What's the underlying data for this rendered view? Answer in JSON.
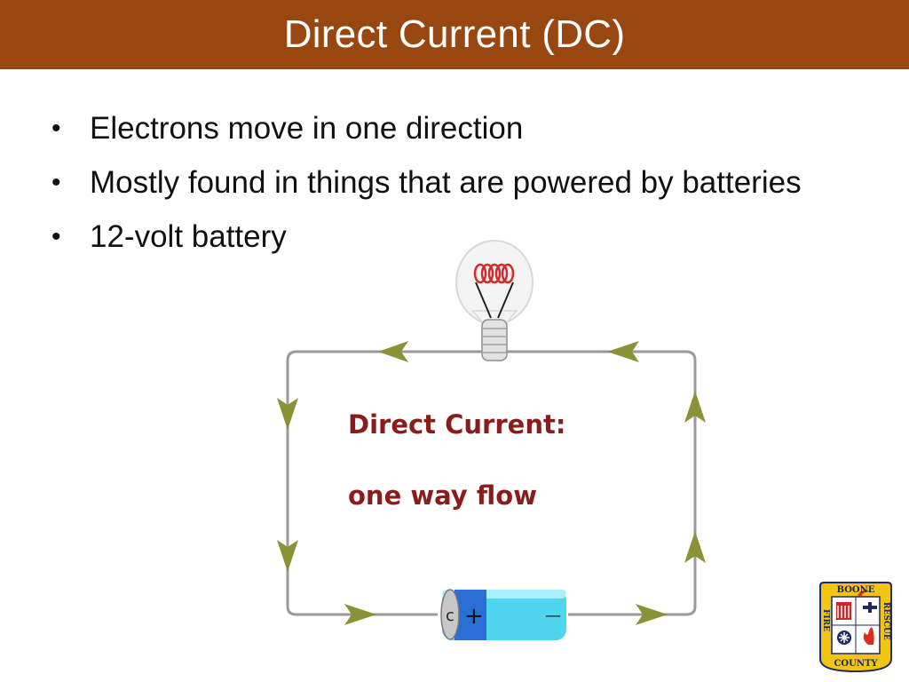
{
  "slide": {
    "title": "Direct Current (DC)",
    "bullets": [
      "Electrons move in one direction",
      "Mostly found in things that are powered by batteries",
      "12-volt battery"
    ]
  },
  "diagram": {
    "label_line1": "Direct Current:",
    "label_line2": "one way flow",
    "battery_negative_terminal": "c",
    "battery_plus_sign": "+",
    "battery_minus_sign": "—",
    "label_color": "#8a1c1c",
    "wire_color": "#9a9a9a",
    "arrow_color": "#8a9236",
    "battery_color": "#4fd6ee",
    "battery_cap_color": "#2a6fd6"
  },
  "logo": {
    "top_text": "BOONE",
    "left_text": "FIRE",
    "right_text": "RESCUE",
    "bottom_text": "COUNTY"
  }
}
